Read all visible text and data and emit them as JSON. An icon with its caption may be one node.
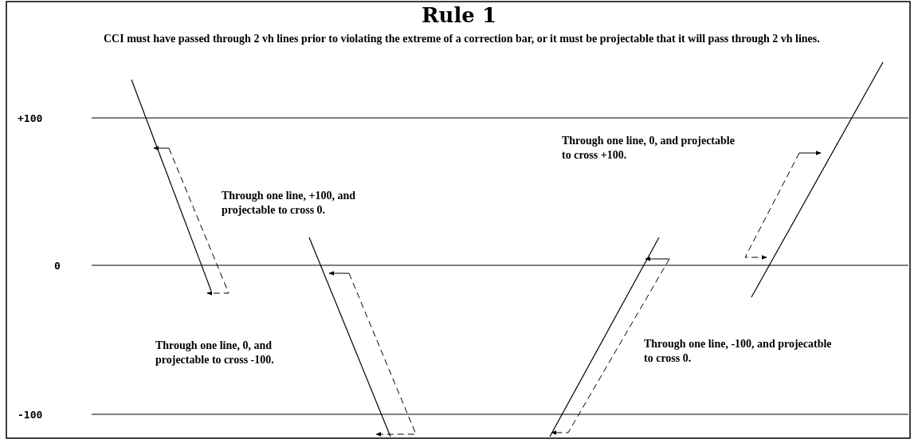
{
  "diagram": {
    "title": "Rule 1",
    "labels": [
      "CCI must have passed through 2 vh lines prior to violating the extreme of a correction bar, or it must be projectable that it will pass through 2 vh lines.",
      "+100",
      "Through one line, 0, and projectable to cross +100.",
      "Through one line, +100, and projectable to cross 0.",
      "0",
      "Through one line, 0, and projectable to cross -100.",
      "Through one line, -100, and projecatble to cross 0.",
      "-100"
    ]
  }
}
